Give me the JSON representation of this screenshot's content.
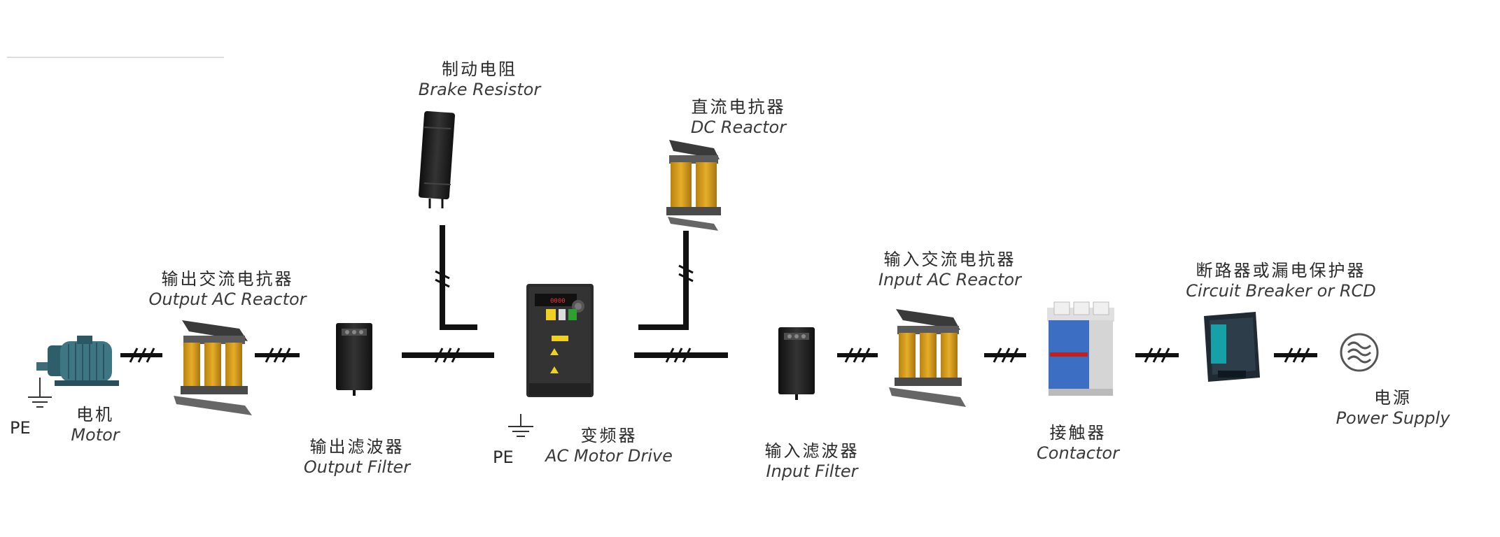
{
  "components": {
    "brake_resistor": {
      "zh": "制动电阻",
      "en": "Brake Resistor"
    },
    "dc_reactor": {
      "zh": "直流电抗器",
      "en": "DC Reactor"
    },
    "output_ac_reactor": {
      "zh": "输出交流电抗器",
      "en": "Output AC Reactor"
    },
    "input_ac_reactor": {
      "zh": "输入交流电抗器",
      "en": "Input AC Reactor"
    },
    "circuit_breaker": {
      "zh": "断路器或漏电保护器",
      "en": "Circuit  Breaker  or  RCD"
    },
    "motor": {
      "zh": "电机",
      "en": "Motor"
    },
    "output_filter": {
      "zh": "输出滤波器",
      "en": "Output  Filter"
    },
    "ac_motor_drive": {
      "zh": "变频器",
      "en": "AC Motor Drive"
    },
    "input_filter": {
      "zh": "输入滤波器",
      "en": "Input Filter"
    },
    "contactor": {
      "zh": "接触器",
      "en": "Contactor"
    },
    "power_supply": {
      "zh": "电源",
      "en": "Power Supply"
    }
  },
  "ground_labels": {
    "motor_pe": "PE",
    "drive_pe": "PE"
  },
  "drive_display": "0000",
  "colors": {
    "reactor_coil": "#d9a01e",
    "reactor_core": "#555555",
    "wire": "#111111",
    "contactor_blue": "#3c6fc4",
    "filter_body": "#1e1e1e"
  }
}
